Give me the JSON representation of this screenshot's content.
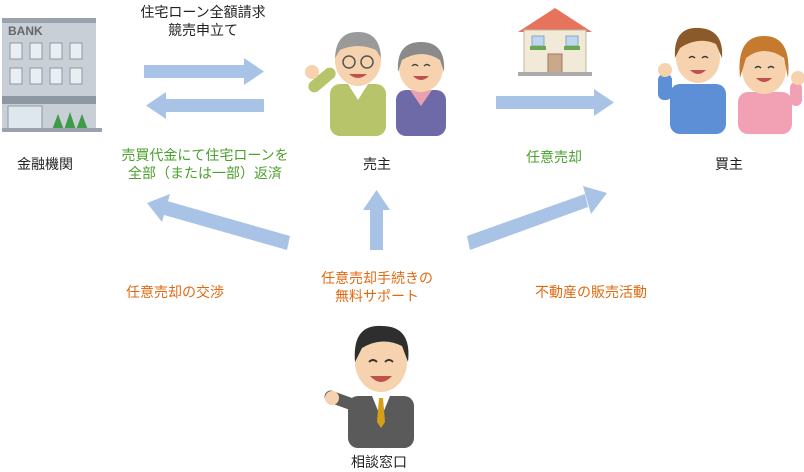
{
  "nodes": {
    "bank": {
      "label": "金融機関",
      "sign": "BANK"
    },
    "seller": {
      "label": "売主"
    },
    "buyer": {
      "label": "買主"
    },
    "consultant": {
      "label": "相談窓口"
    }
  },
  "edges": {
    "bank_to_seller": {
      "line1": "住宅ローン全額請求",
      "line2": "競売申立て"
    },
    "seller_to_bank": {
      "line1": "売買代金にて住宅ローンを",
      "line2": "全部（または一部）返済"
    },
    "seller_to_buyer": {
      "line1": "任意売却"
    },
    "consult_to_bank": {
      "line1": "任意売却の交渉"
    },
    "consult_to_seller": {
      "line1": "任意売却手続きの",
      "line2": "無料サポート"
    },
    "consult_to_buyer": {
      "line1": "不動産の販売活動"
    }
  },
  "colors": {
    "arrow": "#a9c3e6",
    "green_text": "#4aa02c",
    "orange_text": "#e06a10"
  }
}
